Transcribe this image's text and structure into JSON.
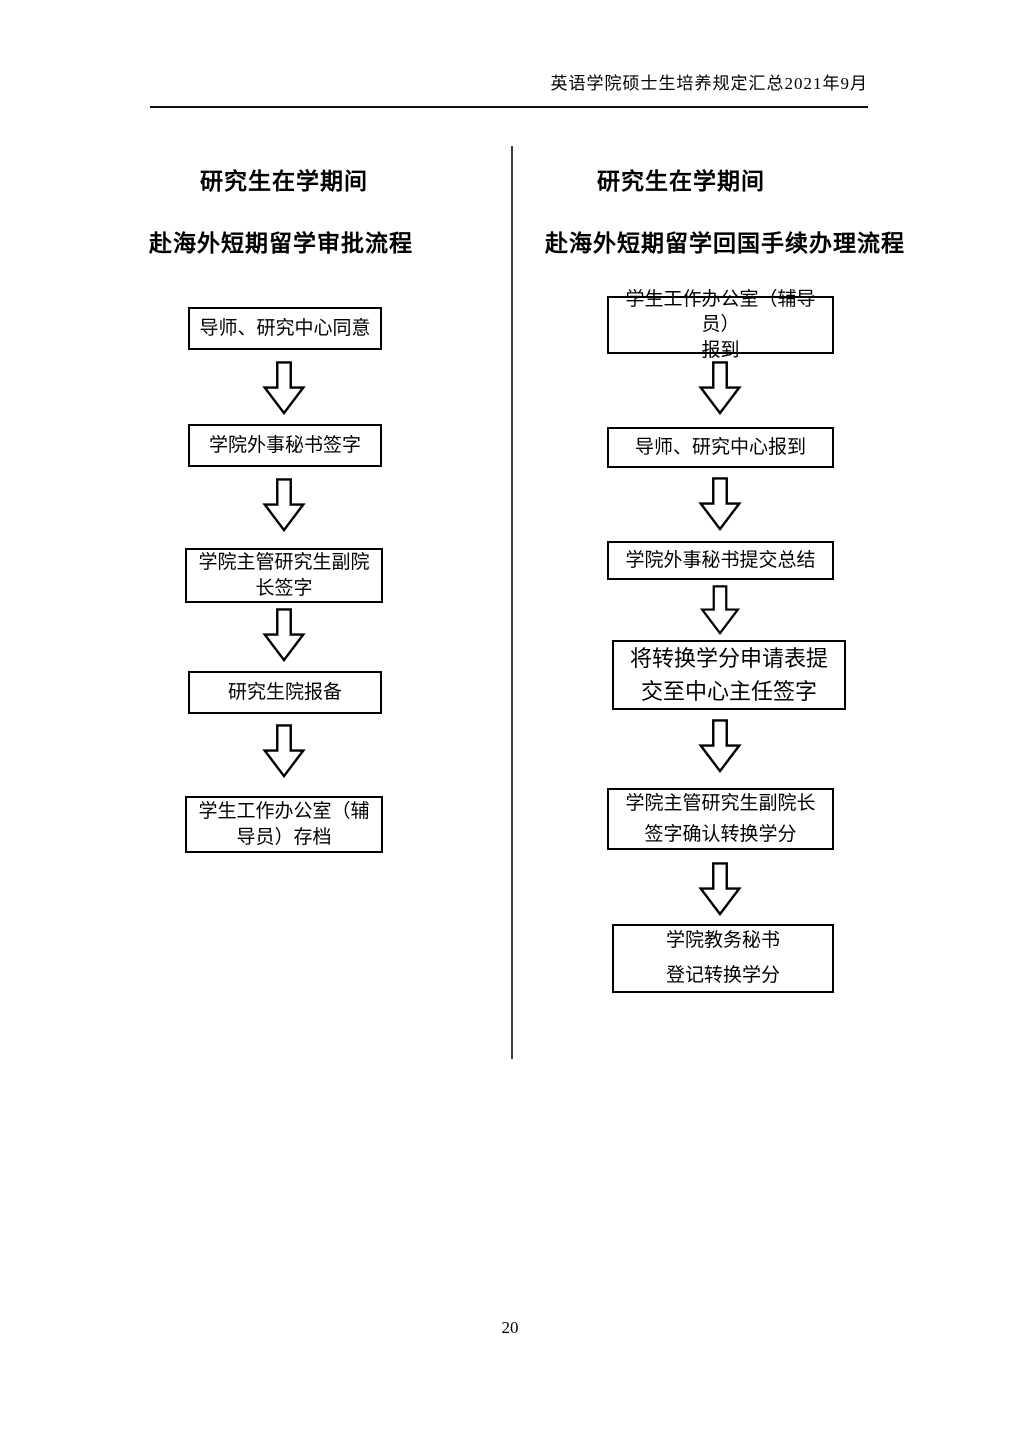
{
  "document": {
    "header": "英语学院硕士生培养规定汇总2021年9月",
    "page_number": "20"
  },
  "left_flowchart": {
    "title_line1": "研究生在学期间",
    "title_line2": "赴海外短期留学审批流程",
    "connector": "down-block-arrow",
    "steps": [
      "导师、研究中心同意",
      "学院外事秘书签字",
      "学院主管研究生副院\n长签字",
      "研究生院报备",
      "学生工作办公室（辅\n导员）存档"
    ]
  },
  "right_flowchart": {
    "title_line1": "研究生在学期间",
    "title_line2": "赴海外短期留学回国手续办理流程",
    "connector": "down-block-arrow",
    "steps": [
      "学生工作办公室（辅导员）\n报到",
      "导师、研究中心报到",
      "学院外事秘书提交总结",
      "将转换学分申请表提\n交至中心主任签字",
      "学院主管研究生副院长\n签字确认转换学分",
      "学院教务秘书\n登记转换学分"
    ]
  }
}
